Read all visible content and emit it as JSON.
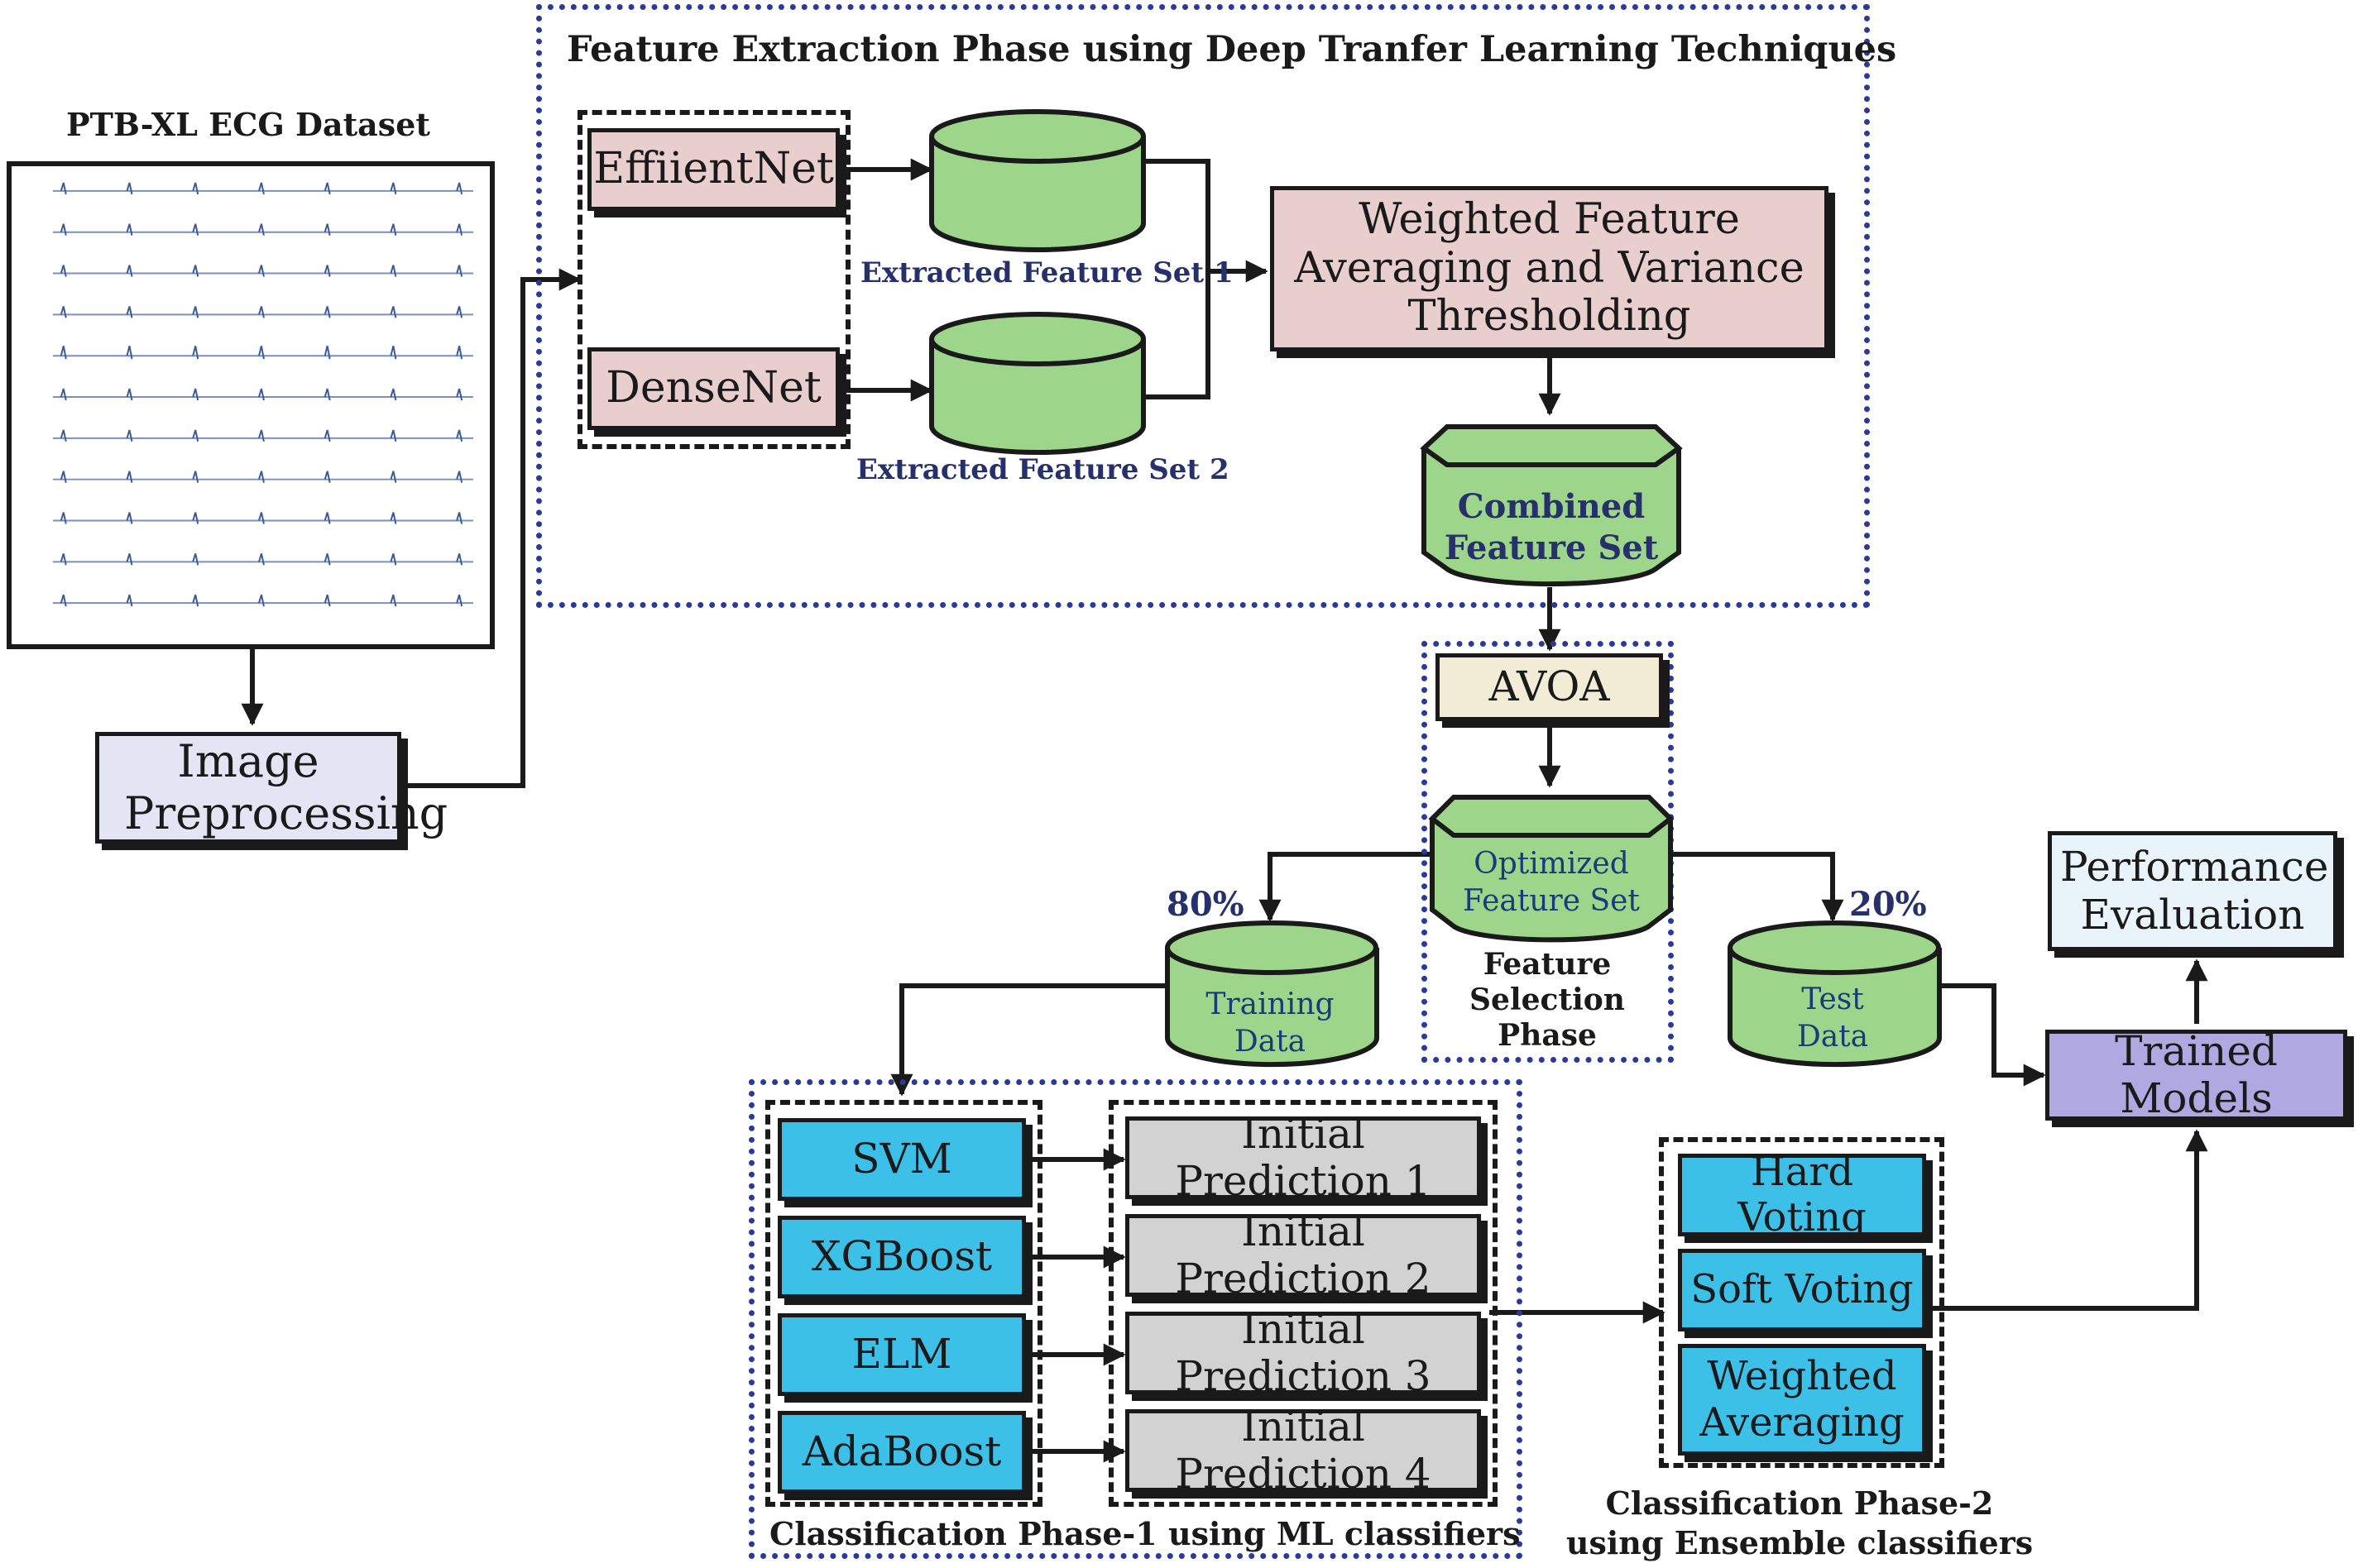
{
  "colors": {
    "cylinder_fill": "#9dd58a",
    "pink_box": "#e8cfcd",
    "lavender_box": "#e4e4f4",
    "cream_box": "#f2ecd6",
    "cyan_box": "#3cc0e8",
    "gray_box": "#d2d2d2",
    "light_blue_box": "#e8f4fa",
    "purple_box": "#b0a8e0",
    "dotted_border": "#2a3a9a",
    "navy_text": "#26306b"
  },
  "dataset": {
    "title": "PTB-XL ECG Dataset"
  },
  "preprocessing": {
    "label": "Image Preprocessing"
  },
  "feature_extraction": {
    "title": "Feature Extraction Phase using Deep Tranfer Learning Techniques",
    "models": [
      "EffiientNet",
      "DenseNet"
    ],
    "feature_sets": [
      "Extracted Feature Set 1",
      "Extracted Feature Set 2"
    ],
    "fusion": "Weighted Feature Averaging and Variance Thresholding",
    "combined": "Combined Feature Set"
  },
  "feature_selection": {
    "method": "AVOA",
    "optimized": "Optimized Feature Set",
    "phase_label": "Feature Selection Phase"
  },
  "split": {
    "train_pct": "80%",
    "test_pct": "20%",
    "train_label": "Training Data",
    "test_label": "Test Data"
  },
  "phase1": {
    "title": "Classification Phase-1 using ML classifiers",
    "classifiers": [
      "SVM",
      "XGBoost",
      "ELM",
      "AdaBoost"
    ],
    "predictions": [
      "Initial Prediction 1",
      "Initial Prediction 2",
      "Initial Prediction 3",
      "Initial Prediction 4"
    ]
  },
  "phase2": {
    "title_line1": "Classification Phase-2",
    "title_line2": "using Ensemble classifiers",
    "methods": [
      "Hard Voting",
      "Soft Voting",
      "Weighted Averaging"
    ]
  },
  "trained_models": "Trained Models",
  "performance": "Performance Evaluation"
}
